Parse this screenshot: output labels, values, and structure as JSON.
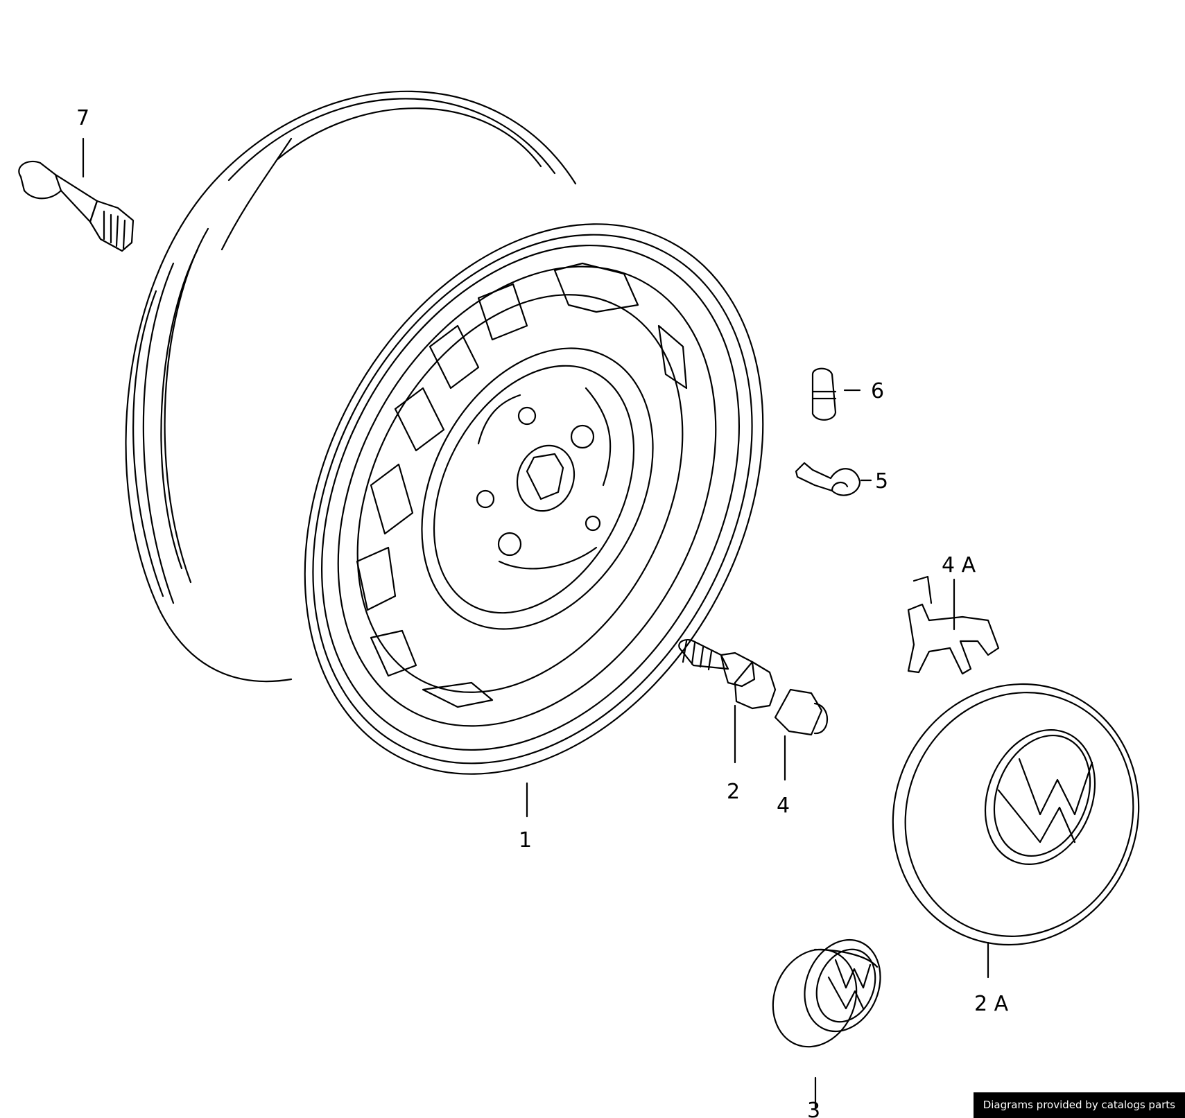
{
  "callouts": {
    "c1": "1",
    "c2": "2",
    "c2a": "2 A",
    "c3": "3",
    "c4": "4",
    "c4a": "4 A",
    "c5": "5",
    "c6": "6",
    "c7": "7"
  },
  "credit": "Diagrams provided by catalogs parts"
}
